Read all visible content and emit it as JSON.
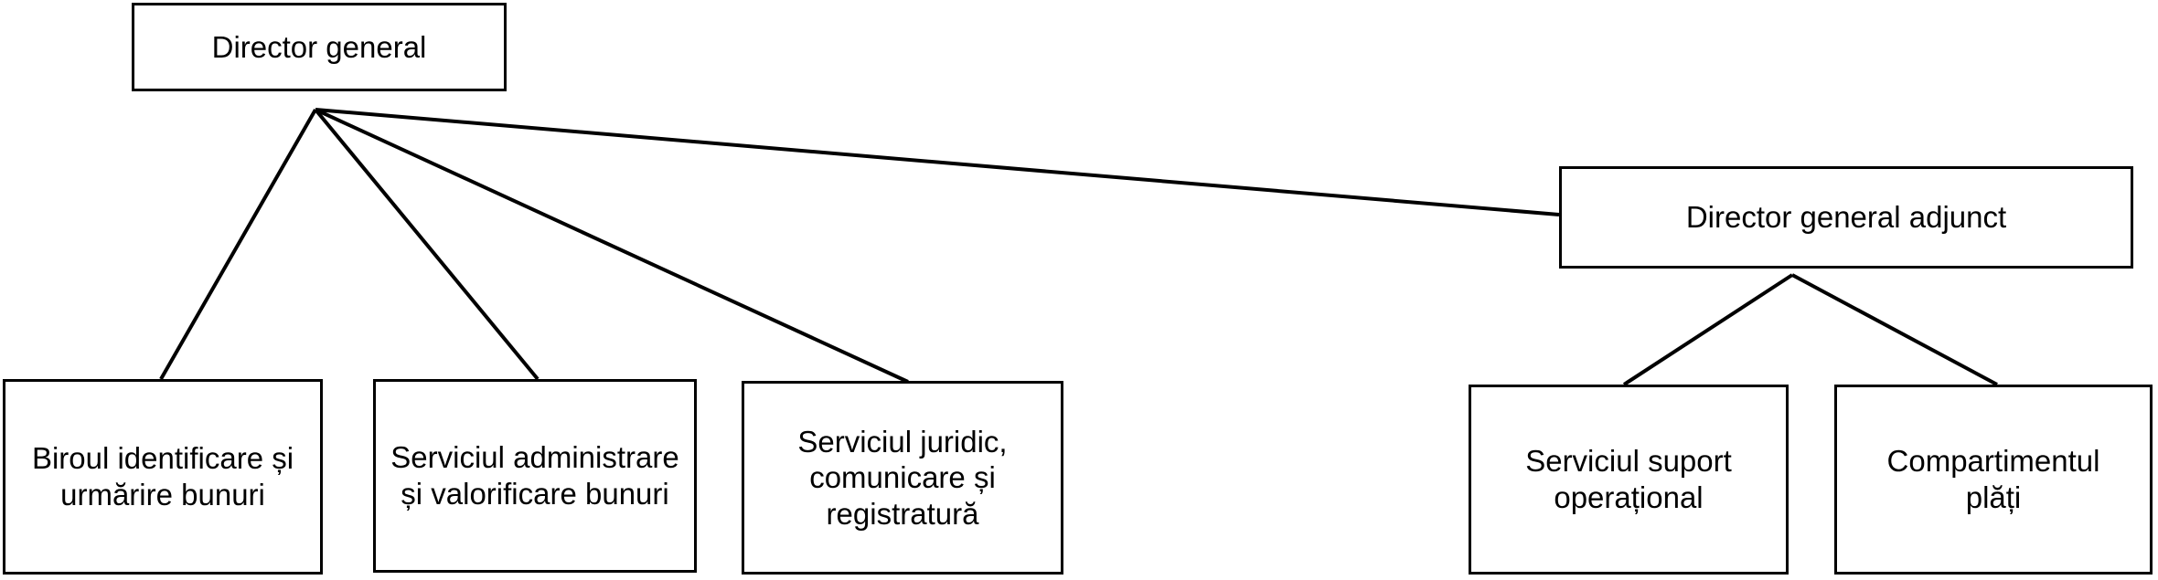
{
  "nodes": {
    "director_general": "Director general",
    "director_general_adjunct": "Director general adjunct",
    "biroul_identificare": "Biroul identificare și urmărire bunuri",
    "serviciul_administrare": "Serviciul administrare și valorificare bunuri",
    "serviciul_juridic": "Serviciul juridic, comunicare și registratură",
    "serviciul_suport": "Serviciul suport operațional",
    "compartimentul_plati": "Compartimentul plăți"
  },
  "colors": {
    "line": "#000000",
    "box_border": "#000000",
    "background": "#ffffff"
  }
}
